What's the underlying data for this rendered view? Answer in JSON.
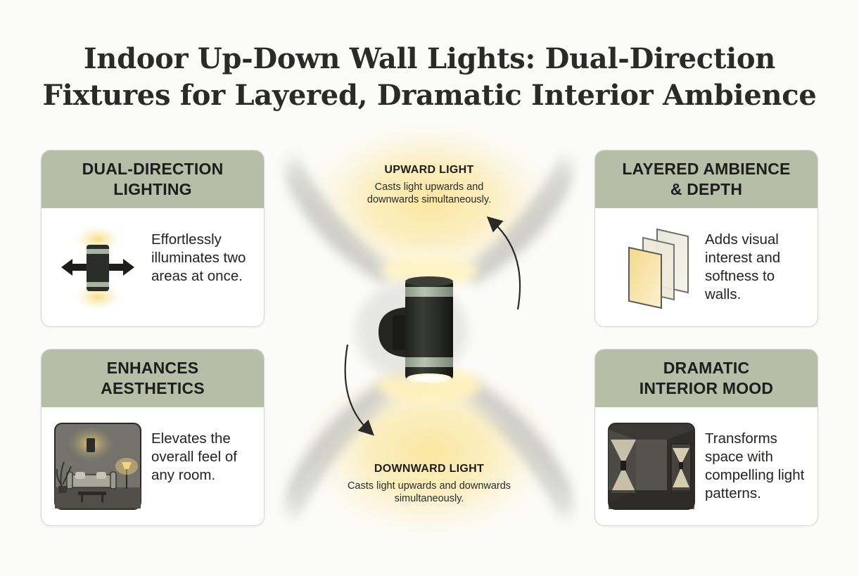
{
  "title": {
    "line1": "Indoor Up-Down Wall Lights: Dual-Direction",
    "line2": "Fixtures for Layered, Dramatic Interior Ambience"
  },
  "cards": {
    "dual_direction": {
      "heading_line1": "DUAL-DIRECTION",
      "heading_line2": "LIGHTING",
      "text": "Effortlessly illuminates two areas at once."
    },
    "aesthetics": {
      "heading_line1": "ENHANCES",
      "heading_line2": "AESTHETICS",
      "text": "Elevates the overall feel of any room."
    },
    "layered": {
      "heading_line1": "LAYERED AMBIENCE",
      "heading_line2": "& DEPTH",
      "text": "Adds visual interest and softness to walls."
    },
    "dramatic": {
      "heading_line1": "DRAMATIC",
      "heading_line2": "INTERIOR MOOD",
      "text": "Transforms space with compelling light patterns."
    }
  },
  "center": {
    "upward_title": "UPWARD LIGHT",
    "upward_desc": "Casts light upwards and downwards simultaneously.",
    "downward_title": "DOWNWARD LIGHT",
    "downward_desc": "Casts light upwards and downwards simultaneously."
  },
  "colors": {
    "header_band": "#b6bea8",
    "glow": "#f7dc7a",
    "fixture": "#2b2d28",
    "fixture_band": "#a8b3a2"
  }
}
